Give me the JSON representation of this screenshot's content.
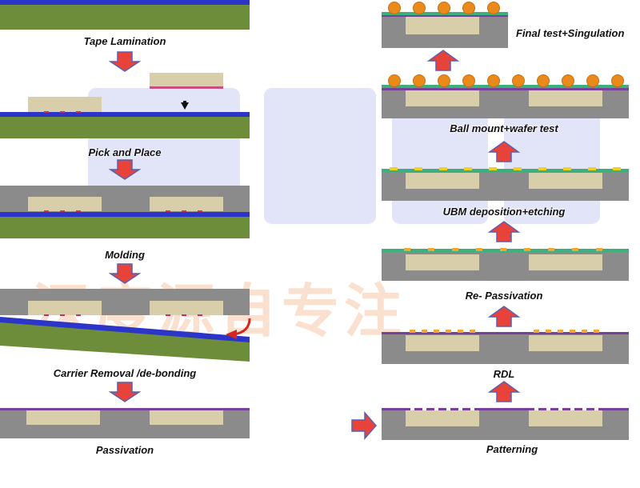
{
  "watermark": {
    "chinese_text": "深度源自专注"
  },
  "left_steps": {
    "tape_lamination": "Tape Lamination",
    "pick_and_place": "Pick and Place",
    "molding": "Molding",
    "carrier_removal": "Carrier Removal /de-bonding",
    "passivation": "Passivation"
  },
  "right_steps": {
    "patterning": "Patterning",
    "rdl": "RDL",
    "re_passivation": "Re- Passivation",
    "ubm": "UBM deposition+etching",
    "ball_mount": "Ball  mount+wafer test",
    "final": "Final test+Singulation"
  },
  "colors": {
    "carrier": "#6d8d3a",
    "tape": "#2b36c8",
    "mold": "#8b8b8b",
    "die": "#d8ceaa",
    "arrow_fill": "#e8433a",
    "arrow_stroke": "#5a5fb0"
  }
}
